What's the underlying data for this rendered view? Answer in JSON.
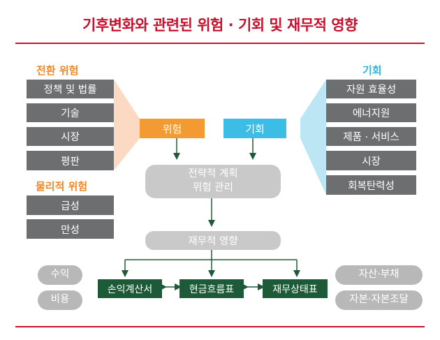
{
  "title": "기후변화와 관련된 위험 · 기회 및 재무적 영향",
  "left": {
    "transition_heading": "전환 위험",
    "transition_items": [
      "정책 및 법률",
      "기술",
      "시장",
      "평판"
    ],
    "physical_heading": "물리적 위험",
    "physical_items": [
      "급성",
      "만성"
    ]
  },
  "right": {
    "heading": "기회",
    "items": [
      "자원 효율성",
      "에너지원",
      "제품 · 서비스",
      "시장",
      "회복탄력성"
    ]
  },
  "center": {
    "risk_label": "위험",
    "opportunity_label": "기회",
    "strategy_line1": "전략적 계획",
    "strategy_line2": "위험 관리",
    "financial_impact": "재무적 영향"
  },
  "statements": {
    "income": "손익계산서",
    "cashflow": "현금흐름표",
    "balance": "재무상태표"
  },
  "bottom_left": [
    "수익",
    "비용"
  ],
  "bottom_right": [
    "자산·부채",
    "자본·자본조달"
  ],
  "colors": {
    "title_red": "#c8102e",
    "orange": "#f39a33",
    "blue": "#3bbde6",
    "dark_gray": "#6d6e70",
    "light_gray": "#c9c9c9",
    "dark_green": "#1d5a37"
  }
}
